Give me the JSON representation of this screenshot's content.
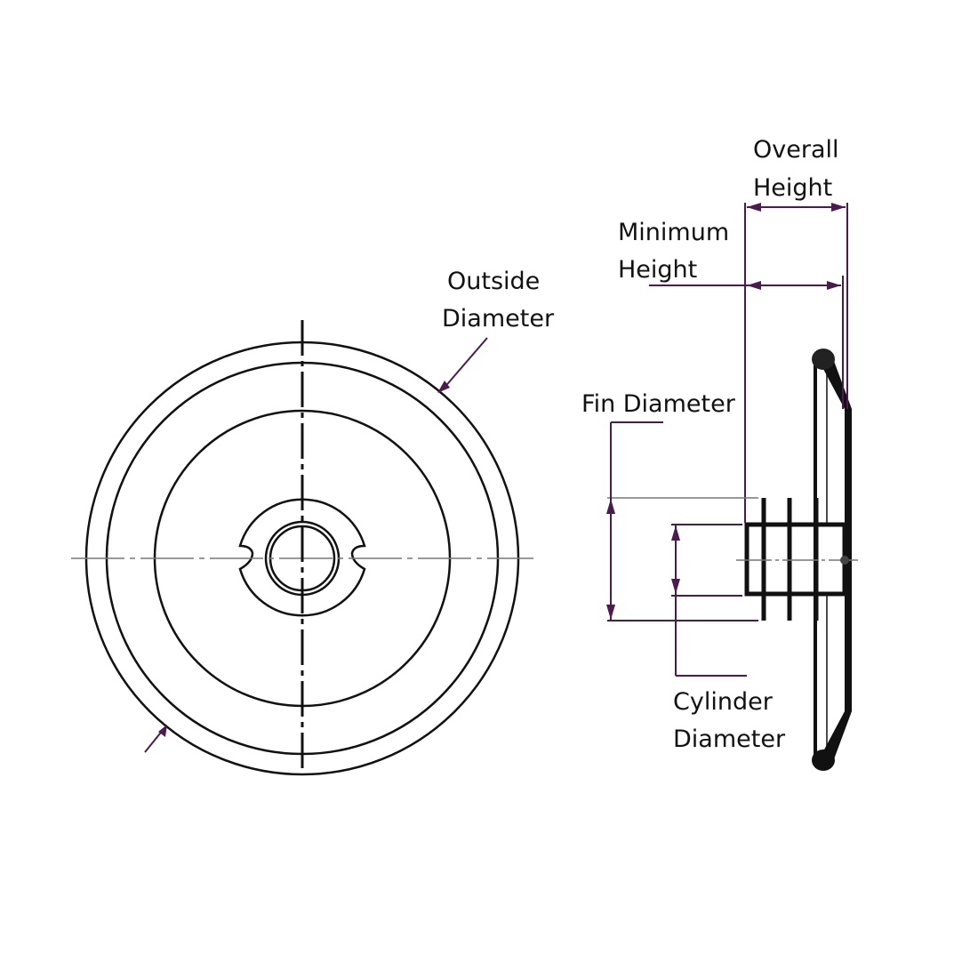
{
  "labels": {
    "overall_height": [
      "Overall",
      "Height"
    ],
    "minimum_height": [
      "Minimum",
      "Height"
    ],
    "outside_diameter": [
      "Outside",
      "Diameter"
    ],
    "fin_diameter": "Fin Diameter",
    "cylinder_diameter": [
      "Cylinder",
      "Diameter"
    ]
  },
  "colors": {
    "dimension": "#4b1a4f",
    "outline": "#111111"
  }
}
